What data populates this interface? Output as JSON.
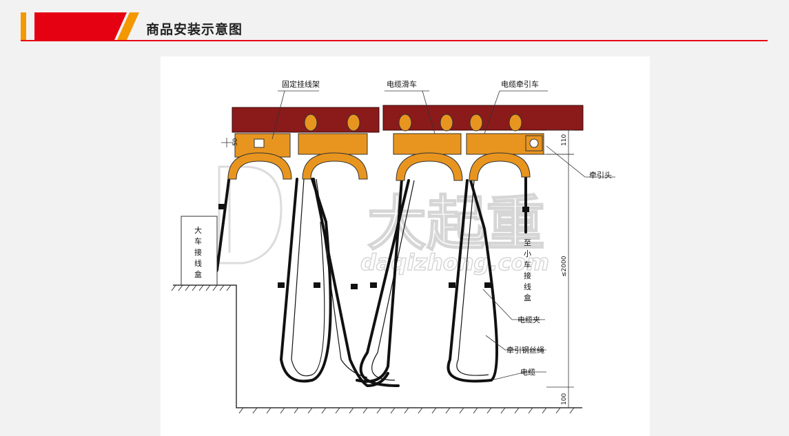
{
  "header": {
    "title": "商品安装示意图",
    "accent_color": "#e50012",
    "stripe_color": "#f39800"
  },
  "diagram": {
    "labels": {
      "fixed_bracket": "固定挂线架",
      "cable_trolley": "电缆滑车",
      "traction_trolley": "电缆牵引车",
      "traction_head": "牵引头",
      "main_junction_box": [
        "大",
        "车",
        "接",
        "线",
        "盒"
      ],
      "to_small_box": [
        "至",
        "小",
        "车",
        "接",
        "线",
        "盒"
      ],
      "cable_clamp": "电缆夹",
      "wire_rope": "牵引钢丝绳",
      "cable": "电缆"
    },
    "dimensions": {
      "d110": "110",
      "d2000": "≤2000",
      "d100": "100",
      "d50": "50"
    },
    "watermark": {
      "chars": "大起重",
      "url": "daqizhong.com"
    },
    "colors": {
      "rail": "#8b1a1a",
      "trolley": "#e8951f",
      "cable": "#111111"
    }
  }
}
